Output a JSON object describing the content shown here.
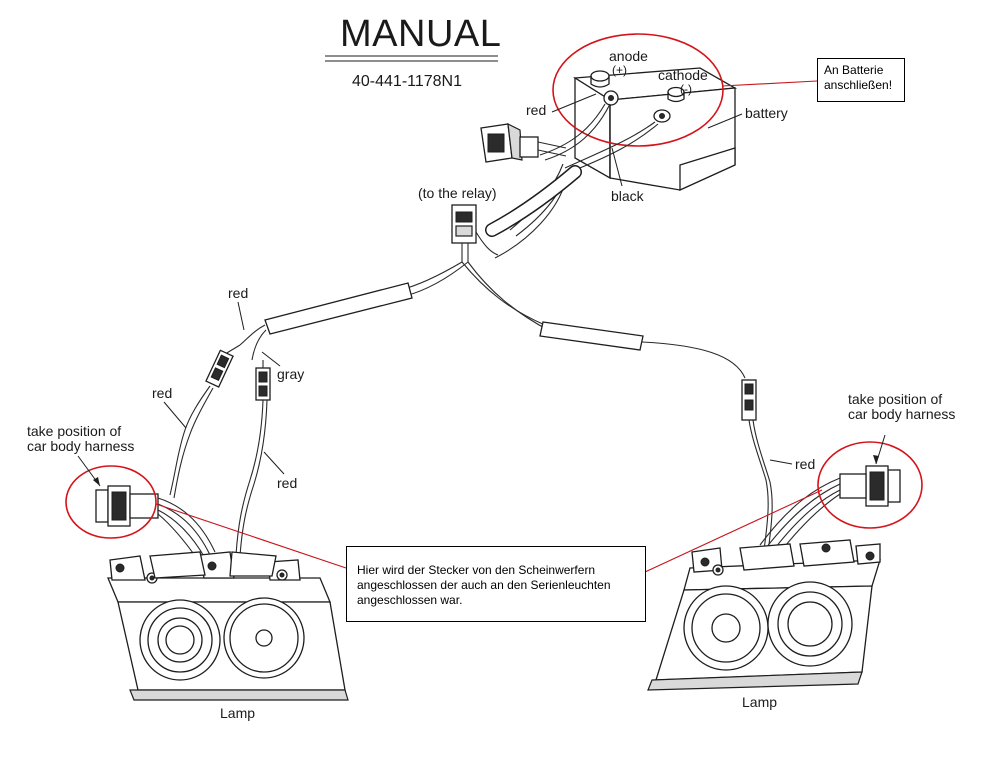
{
  "title": "MANUAL",
  "code": "40-441-1178N1",
  "labels": {
    "anode": "anode",
    "anode_sign": "(+)",
    "cathode": "cathode",
    "cathode_sign": "(-)",
    "battery": "battery",
    "red_battery": "red",
    "black": "black",
    "relay": "(to the relay)",
    "red_upper_left": "red",
    "gray": "gray",
    "red_left": "red",
    "red_lower_left": "red",
    "red_right": "red",
    "take_left_1": "take position of",
    "take_left_2": "car body harness",
    "take_right_1": "take position of",
    "take_right_2": "car body harness",
    "lamp_left": "Lamp",
    "lamp_right": "Lamp"
  },
  "annotations": {
    "battery_note": [
      "An Batterie",
      "anschließen!"
    ],
    "plug_note": [
      "Hier wird der Stecker von den Scheinwerfern",
      "angeschlossen der auch an den Serienleuchten",
      "angeschlossen war."
    ]
  },
  "colors": {
    "highlight": "#d4141a",
    "ink": "#1e1e1e"
  }
}
